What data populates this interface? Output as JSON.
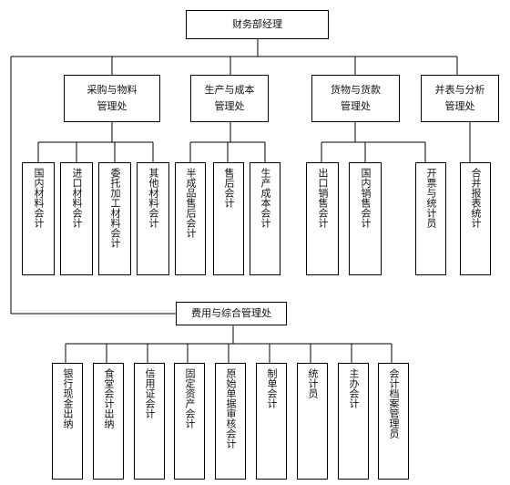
{
  "top": {
    "label": "财务部经理"
  },
  "departments": [
    {
      "line1": "采购与物料",
      "line2": "管理处"
    },
    {
      "line1": "生产与成本",
      "line2": "管理处"
    },
    {
      "line1": "货物与货款",
      "line2": "管理处"
    },
    {
      "line1": "并表与分析",
      "line2": "管理处"
    }
  ],
  "positions": [
    "国内材料会计",
    "进口材料会计",
    "委托加工材料会计",
    "其他材料会计",
    "半成品售后会计",
    "售后会计",
    "生产成本会计",
    "出口销售会计",
    "国内销售会计",
    "开票与统计员",
    "合并报表统计"
  ],
  "general_dept": {
    "label": "费用与综合管理处"
  },
  "general_positions": [
    "银行现金出纳",
    "食堂会计出纳",
    "信用证会计",
    "固定资产会计",
    "原始单据审核会计",
    "制单会计",
    "统计员",
    "主办会计",
    "会计档案管理员"
  ]
}
